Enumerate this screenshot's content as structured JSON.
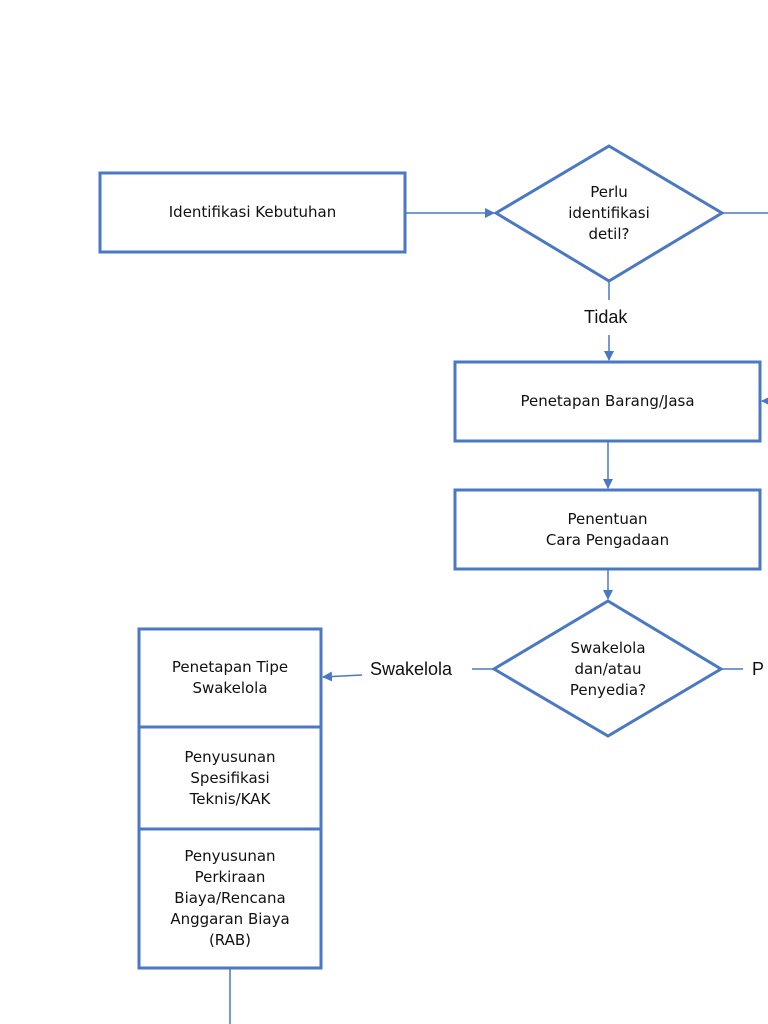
{
  "diagram": {
    "nodes": {
      "identifikasi": "Identifikasi Kebutuhan",
      "perlu_identifikasi": "Perlu\nidentifikasi\ndetil?",
      "penetapan_barang": "Penetapan Barang/Jasa",
      "penentuan_cara": "Penentuan\nCara Pengadaan",
      "swakelola_penyedia": "Swakelola\ndan/atau\nPenyedia?",
      "penetapan_tipe": "Penetapan Tipe\nSwakelola",
      "penyusunan_spesifikasi": "Penyusunan\nSpesifikasi\nTeknis/KAK",
      "penyusunan_rab": "Penyusunan\nPerkiraan\nBiaya/Rencana\nAnggaran Biaya\n(RAB)"
    },
    "edge_labels": {
      "tidak": "Tidak",
      "swakelola": "Swakelola",
      "penyedia_partial": "P"
    },
    "colors": {
      "stroke": "#4a78c4",
      "text": "#111111"
    }
  }
}
